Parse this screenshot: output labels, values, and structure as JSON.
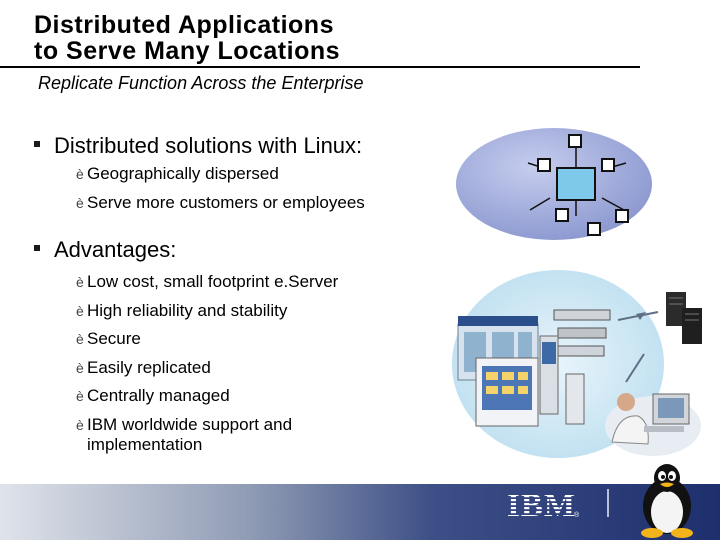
{
  "title": {
    "line1": "Distributed Applications",
    "line2": "to Serve Many Locations"
  },
  "subtitle": "Replicate Function Across the Enterprise",
  "bullets": [
    {
      "label": "Distributed solutions with Linux:",
      "items": [
        "Geographically dispersed",
        "Serve more customers or employees"
      ]
    },
    {
      "label": "Advantages:",
      "items": [
        "Low cost, small footprint e.Server",
        "High reliability and stability",
        "Secure",
        "Easily replicated",
        "Centrally managed",
        "IBM worldwide support and",
        "implementation"
      ]
    }
  ],
  "arrow_glyph": "è",
  "logo": {
    "text": "IBM",
    "mark": "®"
  },
  "colors": {
    "network_ellipse": "#9aa6d8",
    "network_node": "#7ec8ea",
    "footer_dark": "#1e2f6e"
  },
  "icons": [
    "network-diagram-icon",
    "store-server-scene-icon",
    "linux-penguin-icon"
  ]
}
